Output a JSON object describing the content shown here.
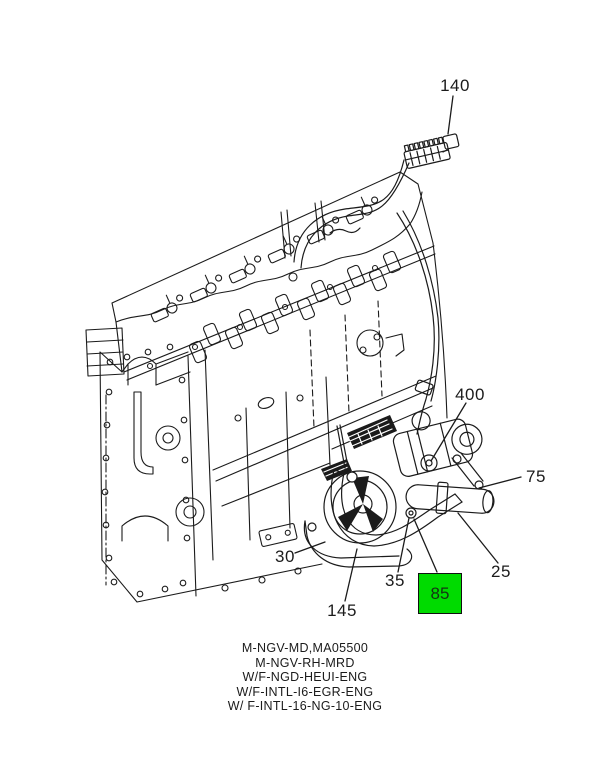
{
  "colors": {
    "line": "#1b1b1b",
    "background": "#ffffff",
    "highlight_green": "#00db00"
  },
  "callouts": {
    "c140": {
      "label": "140",
      "highlighted": false
    },
    "c400": {
      "label": "400",
      "highlighted": false
    },
    "c75": {
      "label": "75",
      "highlighted": false
    },
    "c25": {
      "label": "25",
      "highlighted": false
    },
    "c85": {
      "label": "85",
      "highlighted": true
    },
    "c35": {
      "label": "35",
      "highlighted": false
    },
    "c30": {
      "label": "30",
      "highlighted": false
    },
    "c145": {
      "label": "145",
      "highlighted": false
    }
  },
  "footer": {
    "lines": [
      "M-NGV-MD,MA05500",
      "M-NGV-RH-MRD",
      "W/F-NGD-HEUI-ENG",
      "W/F-INTL-I6-EGR-ENG",
      "W/ F-INTL-16-NG-10-ENG"
    ]
  }
}
